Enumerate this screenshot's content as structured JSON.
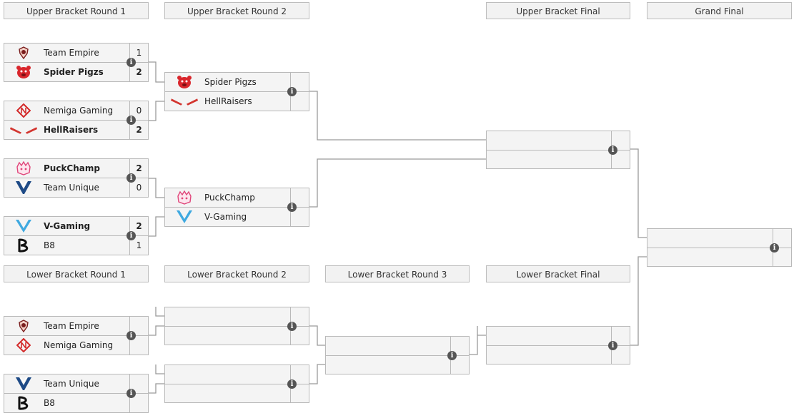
{
  "headers": {
    "ub_r1": "Upper Bracket Round 1",
    "ub_r2": "Upper Bracket Round 2",
    "ub_final": "Upper Bracket Final",
    "grand_final": "Grand Final",
    "lb_r1": "Lower Bracket Round 1",
    "lb_r2": "Lower Bracket Round 2",
    "lb_r3": "Lower Bracket Round 3",
    "lb_final": "Lower Bracket Final"
  },
  "info_glyph": "i",
  "matches": {
    "ub1_1": {
      "top": {
        "name": "Team Empire",
        "score": "1",
        "logo": "team-empire-logo"
      },
      "bottom": {
        "name": "Spider Pigzs",
        "score": "2",
        "logo": "spider-pigzs-logo"
      }
    },
    "ub1_2": {
      "top": {
        "name": "Nemiga Gaming",
        "score": "0",
        "logo": "nemiga-logo"
      },
      "bottom": {
        "name": "HellRaisers",
        "score": "2",
        "logo": "hellraisers-logo"
      }
    },
    "ub1_3": {
      "top": {
        "name": "PuckChamp",
        "score": "2",
        "logo": "puckchamp-logo"
      },
      "bottom": {
        "name": "Team Unique",
        "score": "0",
        "logo": "team-unique-logo"
      }
    },
    "ub1_4": {
      "top": {
        "name": "V-Gaming",
        "score": "2",
        "logo": "v-gaming-logo"
      },
      "bottom": {
        "name": "B8",
        "score": "1",
        "logo": "b8-logo"
      }
    },
    "ub2_1": {
      "top": {
        "name": "Spider Pigzs",
        "score": "",
        "logo": "spider-pigzs-logo"
      },
      "bottom": {
        "name": "HellRaisers",
        "score": "",
        "logo": "hellraisers-logo"
      }
    },
    "ub2_2": {
      "top": {
        "name": "PuckChamp",
        "score": "",
        "logo": "puckchamp-logo"
      },
      "bottom": {
        "name": "V-Gaming",
        "score": "",
        "logo": "v-gaming-logo"
      }
    },
    "lb1_1": {
      "top": {
        "name": "Team Empire",
        "score": "",
        "logo": "team-empire-logo"
      },
      "bottom": {
        "name": "Nemiga Gaming",
        "score": "",
        "logo": "nemiga-logo"
      }
    },
    "lb1_2": {
      "top": {
        "name": "Team Unique",
        "score": "",
        "logo": "team-unique-logo"
      },
      "bottom": {
        "name": "B8",
        "score": "",
        "logo": "b8-logo"
      }
    }
  },
  "colors": {
    "spider_pigzs": "#d9262c",
    "hellraisers": "#d3352f",
    "nemiga": "#d32a2a",
    "puckchamp": "#e0457a",
    "team_unique": "#1e4a86",
    "v_gaming": "#3fa9e0",
    "b8": "#111111",
    "info_bg": "#555555"
  }
}
